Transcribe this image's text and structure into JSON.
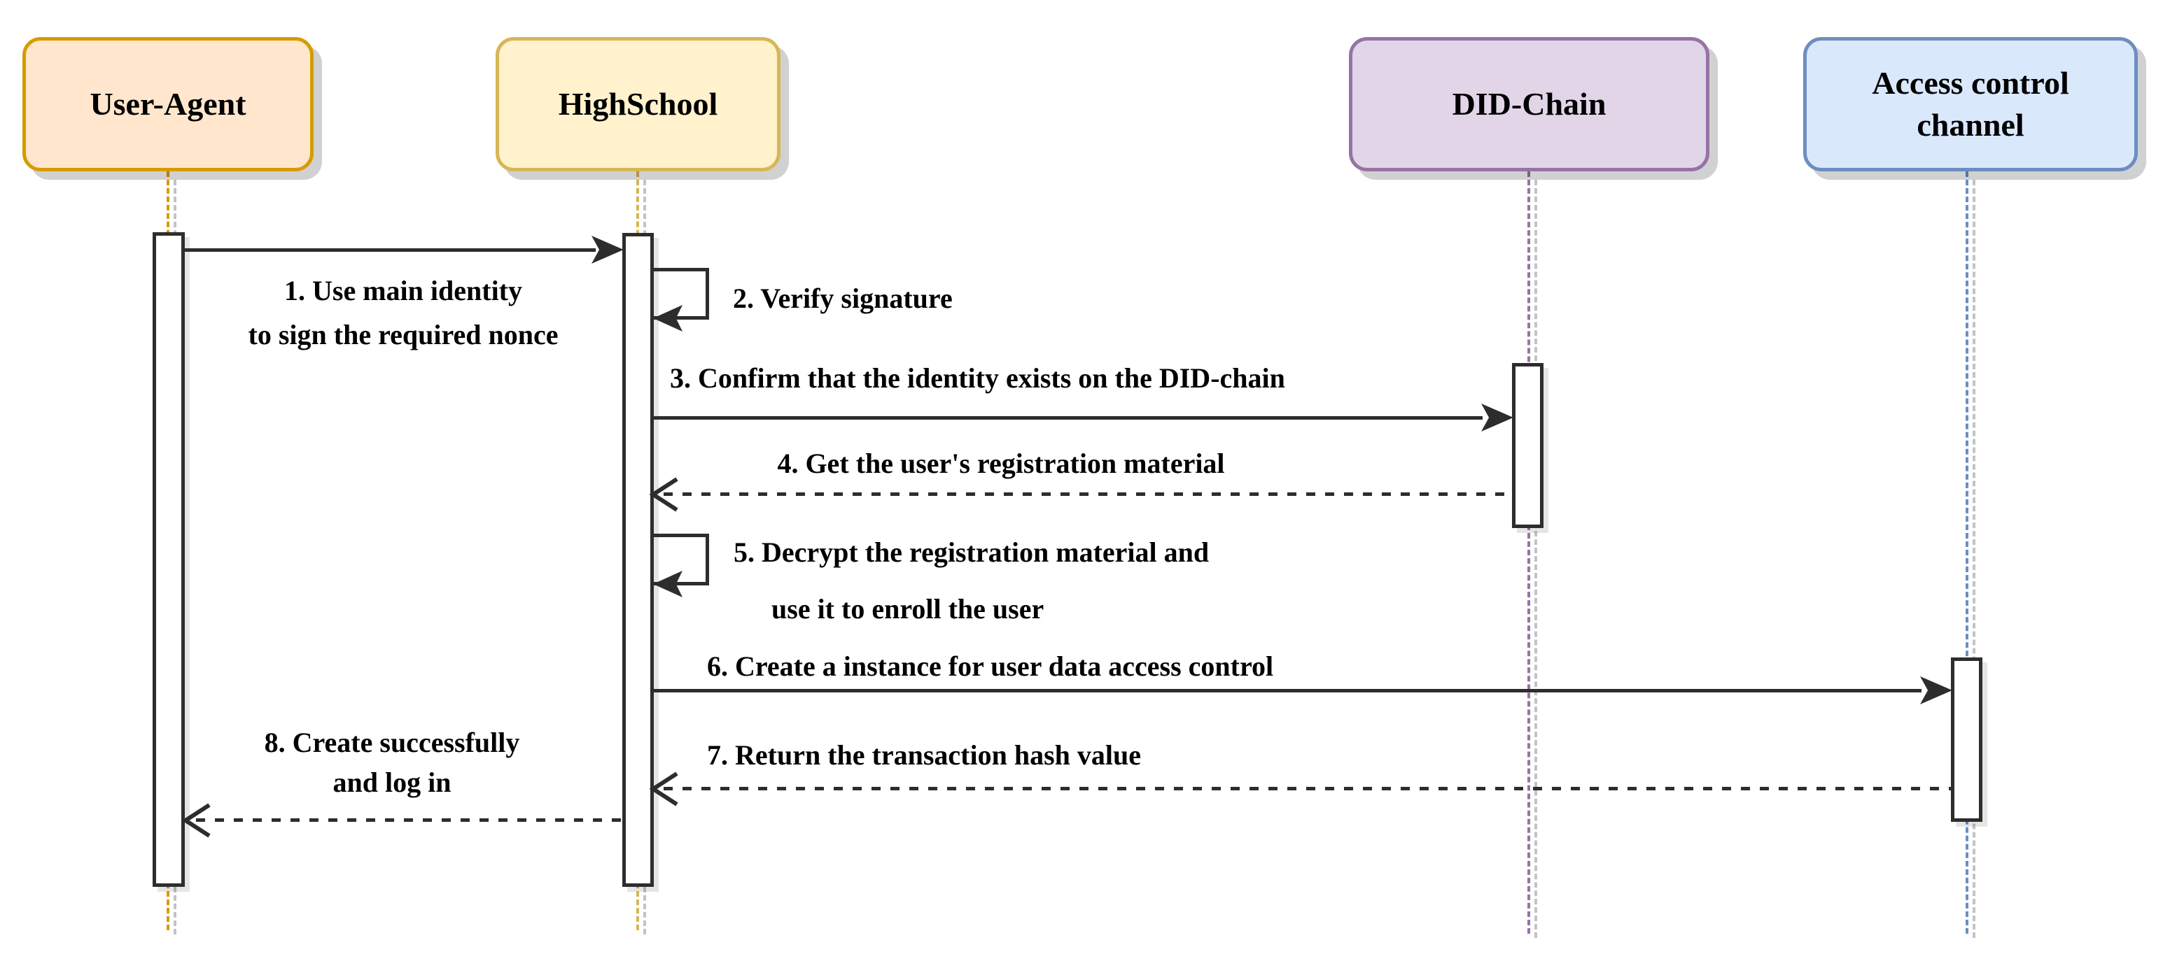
{
  "diagram": {
    "kind": "uml-sequence-diagram",
    "background_color": "#ffffff",
    "actors": [
      {
        "id": "user-agent",
        "label": "User-Agent",
        "fill": "#ffe6cc",
        "border": "#d79b00"
      },
      {
        "id": "highschool",
        "label": "HighSchool",
        "fill": "#fff2cc",
        "border": "#d6b656"
      },
      {
        "id": "did-chain",
        "label": "DID-Chain",
        "fill": "#e1d5e7",
        "border": "#9673a6"
      },
      {
        "id": "access-control-channel",
        "label": "Access control channel",
        "label_lines": [
          "Access control",
          "channel"
        ],
        "fill": "#dae8fc",
        "border": "#6c8ebf"
      }
    ],
    "messages": [
      {
        "num": 1,
        "from": "user-agent",
        "to": "highschool",
        "arrow": "solid",
        "lines": [
          "1. Use main identity",
          "to sign the required nonce"
        ]
      },
      {
        "num": 2,
        "from": "highschool",
        "to": "highschool",
        "arrow": "self",
        "lines": [
          "2. Verify signature"
        ]
      },
      {
        "num": 3,
        "from": "highschool",
        "to": "did-chain",
        "arrow": "solid",
        "lines": [
          "3. Confirm that the identity exists on the DID-chain"
        ]
      },
      {
        "num": 4,
        "from": "did-chain",
        "to": "highschool",
        "arrow": "dashed-return",
        "lines": [
          "4. Get the user's registration material"
        ]
      },
      {
        "num": 5,
        "from": "highschool",
        "to": "highschool",
        "arrow": "self",
        "lines": [
          "5. Decrypt the registration material and",
          "use it to enroll the user"
        ]
      },
      {
        "num": 6,
        "from": "highschool",
        "to": "access-control-channel",
        "arrow": "solid",
        "lines": [
          "6. Create a instance for user data access control"
        ]
      },
      {
        "num": 7,
        "from": "access-control-channel",
        "to": "highschool",
        "arrow": "dashed-return",
        "lines": [
          "7. Return the transaction hash value"
        ]
      },
      {
        "num": 8,
        "from": "highschool",
        "to": "user-agent",
        "arrow": "dashed-return",
        "lines": [
          "8. Create successfully",
          "and log in"
        ]
      }
    ]
  }
}
